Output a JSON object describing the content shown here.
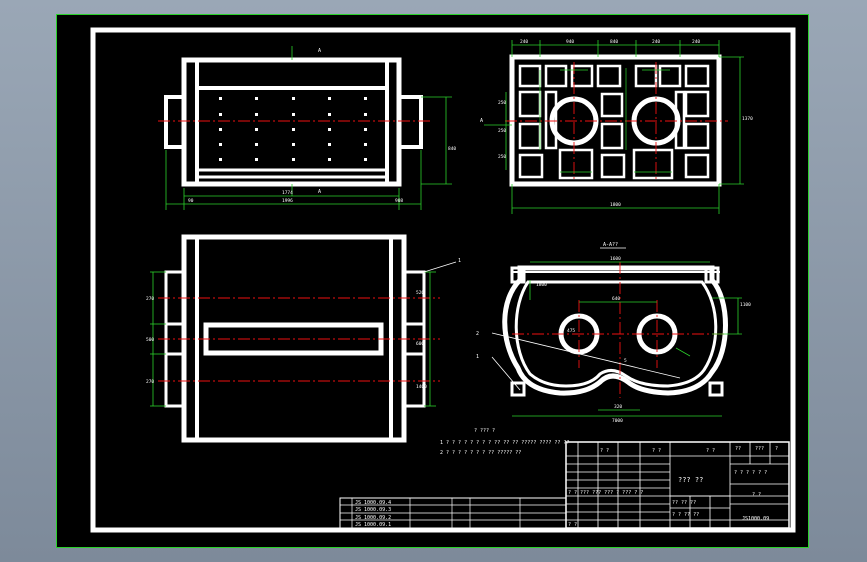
{
  "section": {
    "top_marker": "A",
    "bottom_marker": "A",
    "side_marker": "A",
    "title": "A-A??"
  },
  "view1": {
    "dims": [
      "1774",
      "1996",
      "90",
      "840",
      "908"
    ]
  },
  "view2": {
    "dims": [
      "240",
      "940",
      "840",
      "240",
      "240",
      "1800",
      "1370",
      "250",
      "250",
      "250"
    ]
  },
  "view3": {
    "dims": [
      "270",
      "500",
      "270",
      "520",
      "600",
      "1400"
    ],
    "leader": "1"
  },
  "view4": {
    "dims": [
      "1600",
      "640",
      "320",
      "1800",
      "1100",
      "475",
      "5",
      "7000"
    ],
    "callouts": [
      "2",
      "1"
    ]
  },
  "notes": {
    "heading": "? ??? ?",
    "lines": [
      "1 ? ? ? ? ? ? ? ? ?? ?? ?? ????? ???? ?? ??",
      "2 ? ? ? ? ? ? ? ?? ????? ??"
    ]
  },
  "parts_list": {
    "codes": [
      "JS 1000.09.4",
      "JS 1000.09.3",
      "JS 1000.09.2",
      "JS 1000.09.1"
    ]
  },
  "title_block": {
    "drawing_name": "??? ??",
    "drawing_code": "JS1000.09",
    "material": "? ? ? ? ? ?",
    "header_marks": [
      "? ?",
      "? ?",
      "? ?",
      "??",
      "???",
      "?"
    ],
    "row_marks": [
      "? ? ??? ??? ??? ? ??? ? ?",
      "?? ?? ??",
      "? ? ?? ??",
      "? ?",
      "? ?"
    ]
  }
}
